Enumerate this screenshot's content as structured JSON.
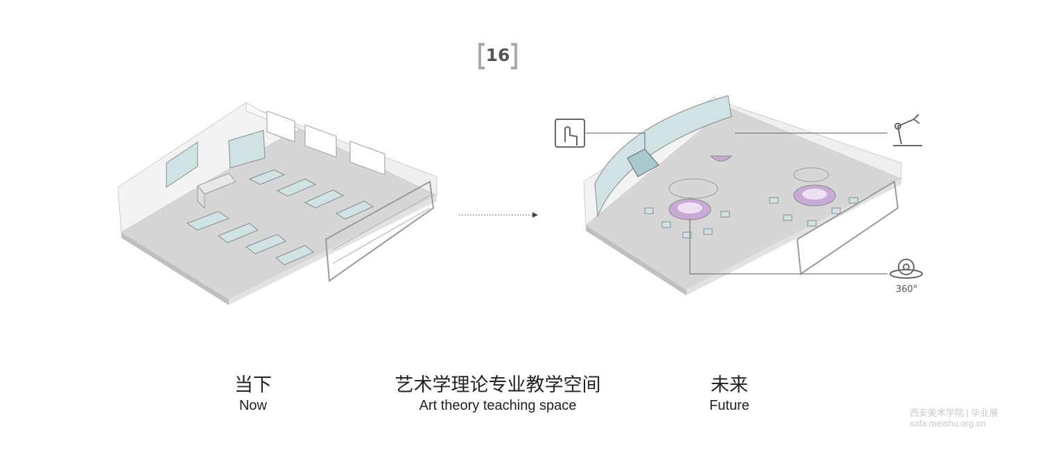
{
  "badge": {
    "number": "16"
  },
  "captions": {
    "now": {
      "zh": "当下",
      "en": "Now"
    },
    "title": {
      "zh": "艺术学理论专业教学空间",
      "en": "Art theory teaching space"
    },
    "future": {
      "zh": "未来",
      "en": "Future"
    }
  },
  "icons": {
    "touch": "touch-screen-icon",
    "robot": "robot-arm-icon",
    "view360": "eye-360-icon",
    "view360_label": "360°"
  },
  "watermark": {
    "line1": "西安美术学院 | 毕业展",
    "line2": "xafa.meishu.org.cn"
  },
  "colors": {
    "glass": "#cfe3e4",
    "floor": "#d9d9d9",
    "accent": "#c9a9d6",
    "line": "#777777"
  }
}
